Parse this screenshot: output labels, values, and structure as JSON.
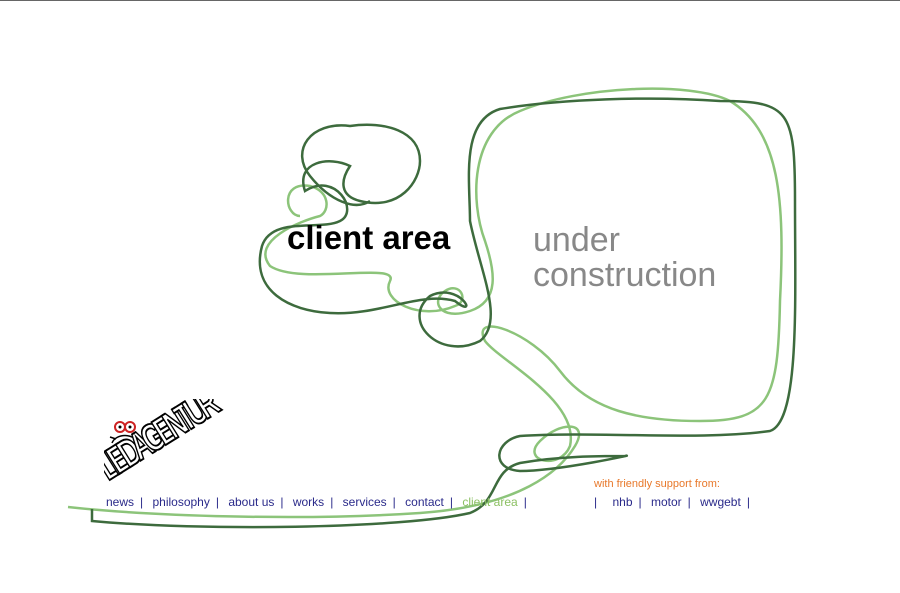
{
  "page": {
    "title": "client area",
    "subtitle_line1": "under",
    "subtitle_line2": "construction"
  },
  "logo": {
    "text": "LIEDAGENTUR"
  },
  "nav": {
    "items": [
      {
        "label": "news"
      },
      {
        "label": "philosophy"
      },
      {
        "label": "about us"
      },
      {
        "label": "works"
      },
      {
        "label": "services"
      },
      {
        "label": "contact"
      },
      {
        "label": "client area",
        "active": true
      }
    ],
    "separator": "|"
  },
  "support": {
    "label": "with friendly support from:",
    "items": [
      {
        "label": "nhb"
      },
      {
        "label": "motor"
      },
      {
        "label": "wwgebt"
      }
    ]
  },
  "colors": {
    "nav": "#2a2a8a",
    "active": "#8cc063",
    "support": "#e8782a",
    "line_dark": "#3d6b3d",
    "line_light": "#8cc47a"
  }
}
